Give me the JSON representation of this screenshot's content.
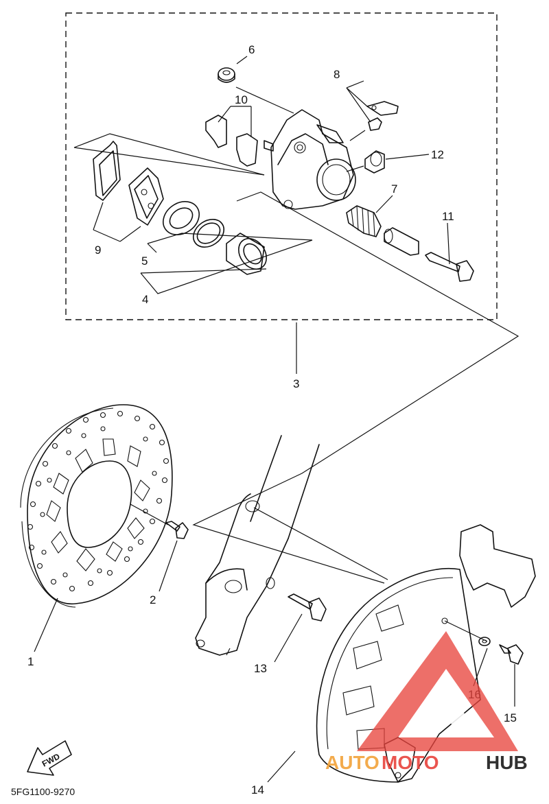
{
  "callouts": [
    "1",
    "2",
    "3",
    "4",
    "5",
    "6",
    "7",
    "8",
    "9",
    "10",
    "11",
    "12",
    "13",
    "14",
    "15",
    "16"
  ],
  "diagram_code": "5FG1100-9270",
  "fwd_label": "FWD",
  "watermark": {
    "auto": "AUTO",
    "moto": "MOTO",
    "hub": "HUB",
    "color_triangle": "#e8433c",
    "color_auto": "#f2a33a",
    "color_moto": "#e8433c",
    "color_hub": "#1a1a1a"
  }
}
